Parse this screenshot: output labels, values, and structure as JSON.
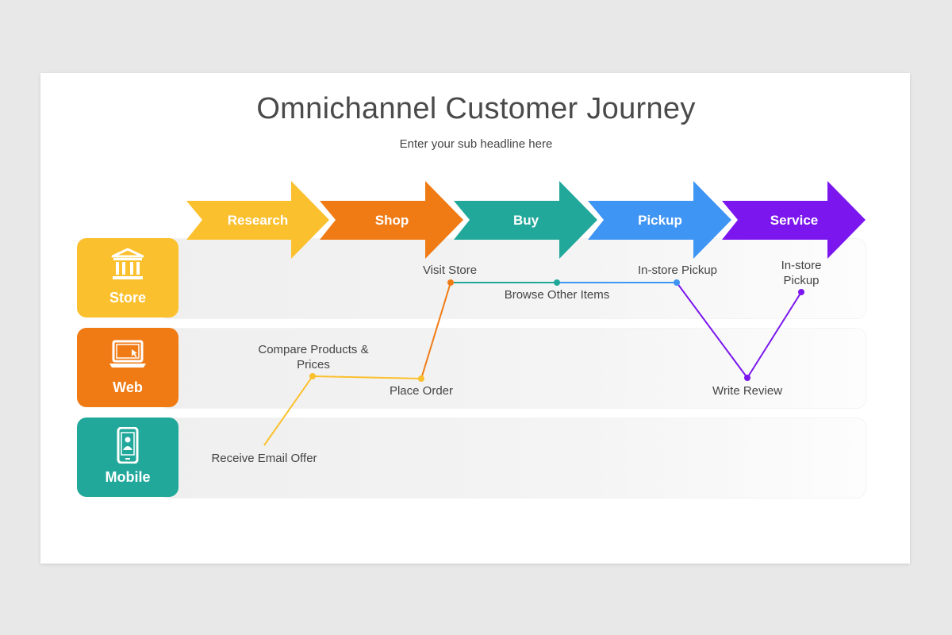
{
  "title": "Omnichannel Customer Journey",
  "subtitle": "Enter your sub headline here",
  "stages": [
    {
      "label": "Research",
      "color": "#fbc02d"
    },
    {
      "label": "Shop",
      "color": "#f07b15"
    },
    {
      "label": "Buy",
      "color": "#21a89a"
    },
    {
      "label": "Pickup",
      "color": "#3f95f3"
    },
    {
      "label": "Service",
      "color": "#7b17ee"
    }
  ],
  "channels": [
    {
      "label": "Store",
      "color": "#fbc02d",
      "icon": "bank-icon"
    },
    {
      "label": "Web",
      "color": "#f07b15",
      "icon": "laptop-icon"
    },
    {
      "label": "Mobile",
      "color": "#21a89a",
      "icon": "smartphone-icon"
    }
  ],
  "steps": {
    "receive_email_offer": "Receive Email Offer",
    "compare_products_line1": "Compare Products &",
    "compare_products_line2": "Prices",
    "place_order": "Place Order",
    "visit_store": "Visit Store",
    "browse_other_items": "Browse Other Items",
    "instore_pickup": "In-store Pickup",
    "write_review": "Write Review",
    "instore_pickup2_line1": "In-store",
    "instore_pickup2_line2": "Pickup"
  }
}
